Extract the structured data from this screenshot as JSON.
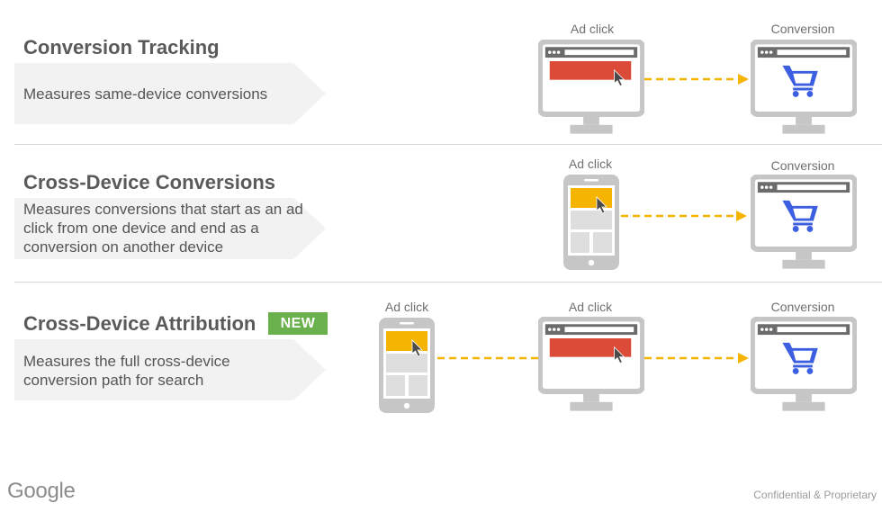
{
  "rows": [
    {
      "title": "Conversion Tracking",
      "description": "Measures same-device conversions"
    },
    {
      "title": "Cross-Device Conversions",
      "description": "Measures conversions that start as an ad click from one device and end as a conversion on another device"
    },
    {
      "title": "Cross-Device Attribution",
      "badge": "NEW",
      "description": "Measures the full cross-device conversion path for search"
    }
  ],
  "labels": {
    "ad_click": "Ad click",
    "conversion": "Conversion"
  },
  "footer": {
    "logo": "Google",
    "notice": "Confidential & Proprietary"
  },
  "colors": {
    "ad_red": "#dc4a38",
    "ad_yellow": "#f4b400",
    "cart_blue": "#3b5fe0",
    "arrow_yellow": "#f4b400",
    "device_gray": "#c6c6c6",
    "badge_green": "#6ab04c"
  }
}
